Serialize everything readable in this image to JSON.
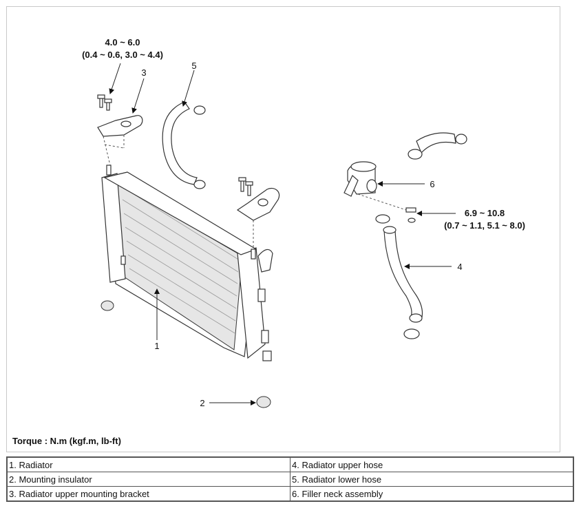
{
  "callouts": {
    "c1": "1",
    "c2": "2",
    "c3": "3",
    "c4": "4",
    "c5": "5",
    "c6": "6"
  },
  "torque_specs": {
    "bracket_main": "4.0 ~ 6.0",
    "bracket_sub": "(0.4 ~ 0.6, 3.0 ~ 4.4)",
    "filler_main": "6.9 ~ 10.8",
    "filler_sub": "(0.7 ~ 1.1, 5.1 ~ 8.0)"
  },
  "torque_note": "Torque : N.m (kgf.m, lb-ft)",
  "legend": {
    "rows": [
      {
        "left": "1. Radiator",
        "right": "4. Radiator upper hose"
      },
      {
        "left": "2. Mounting insulator",
        "right": "5. Radiator lower hose"
      },
      {
        "left": "3. Radiator upper mounting bracket",
        "right": "6. Filler neck assembly"
      }
    ]
  }
}
